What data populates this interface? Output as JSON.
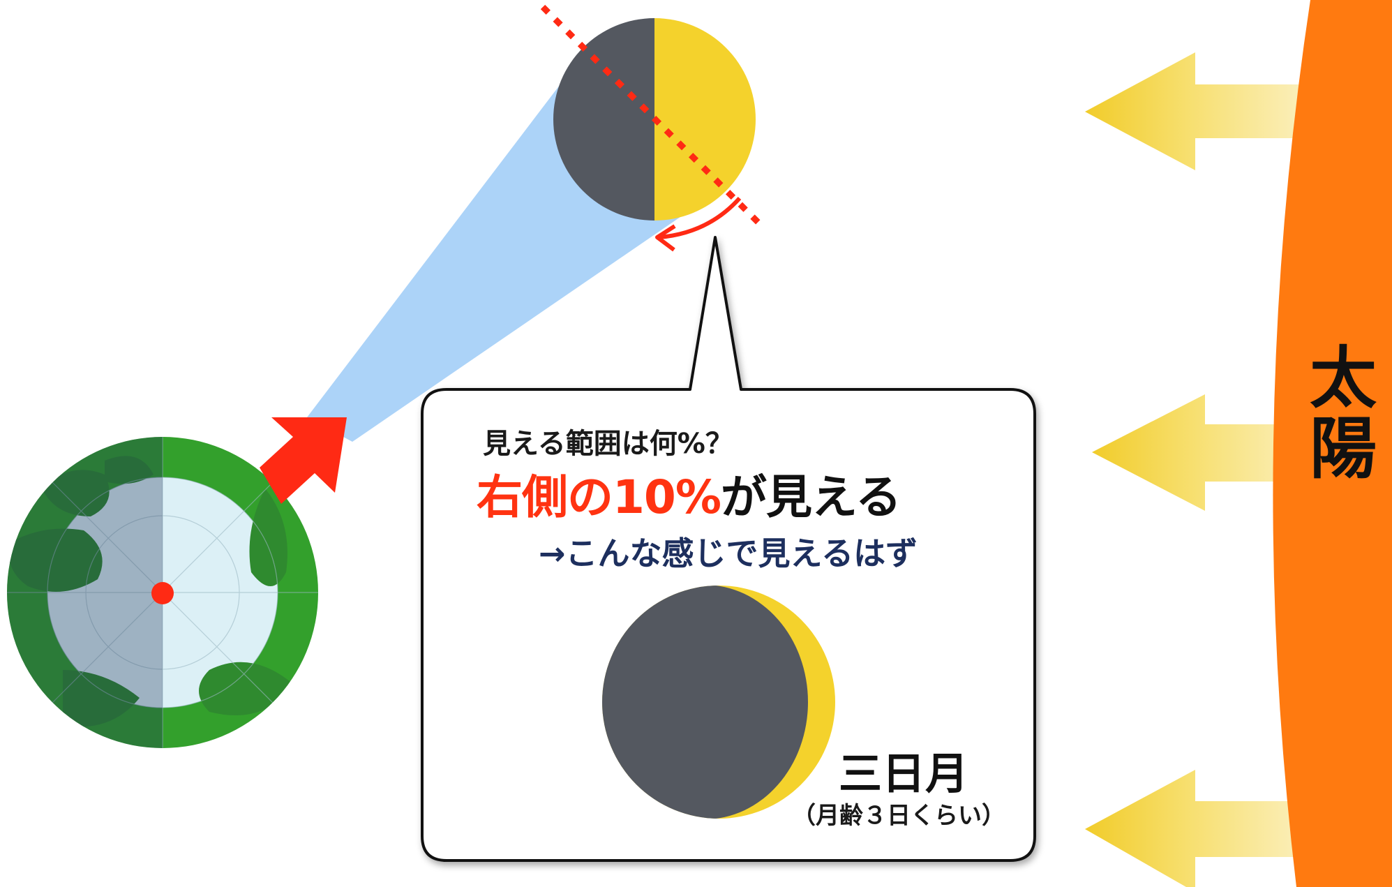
{
  "question": "見える範囲は何%？",
  "answer": {
    "highlight": "右側の10%",
    "rest": "が見える"
  },
  "note": "→こんな感じで見えるはず",
  "moon_phase": {
    "name": "三日月",
    "age": "（月齢３日くらい）"
  },
  "sun_label": "太陽",
  "colors": {
    "sun": "#ff7a10",
    "moon_lit": "#f4d22c",
    "moon_dark": "#545860",
    "earth_land": "#33a02c",
    "view_cone": "#acd3f8",
    "highlight_red": "#ff3311",
    "note_navy": "#1d2f5e"
  }
}
